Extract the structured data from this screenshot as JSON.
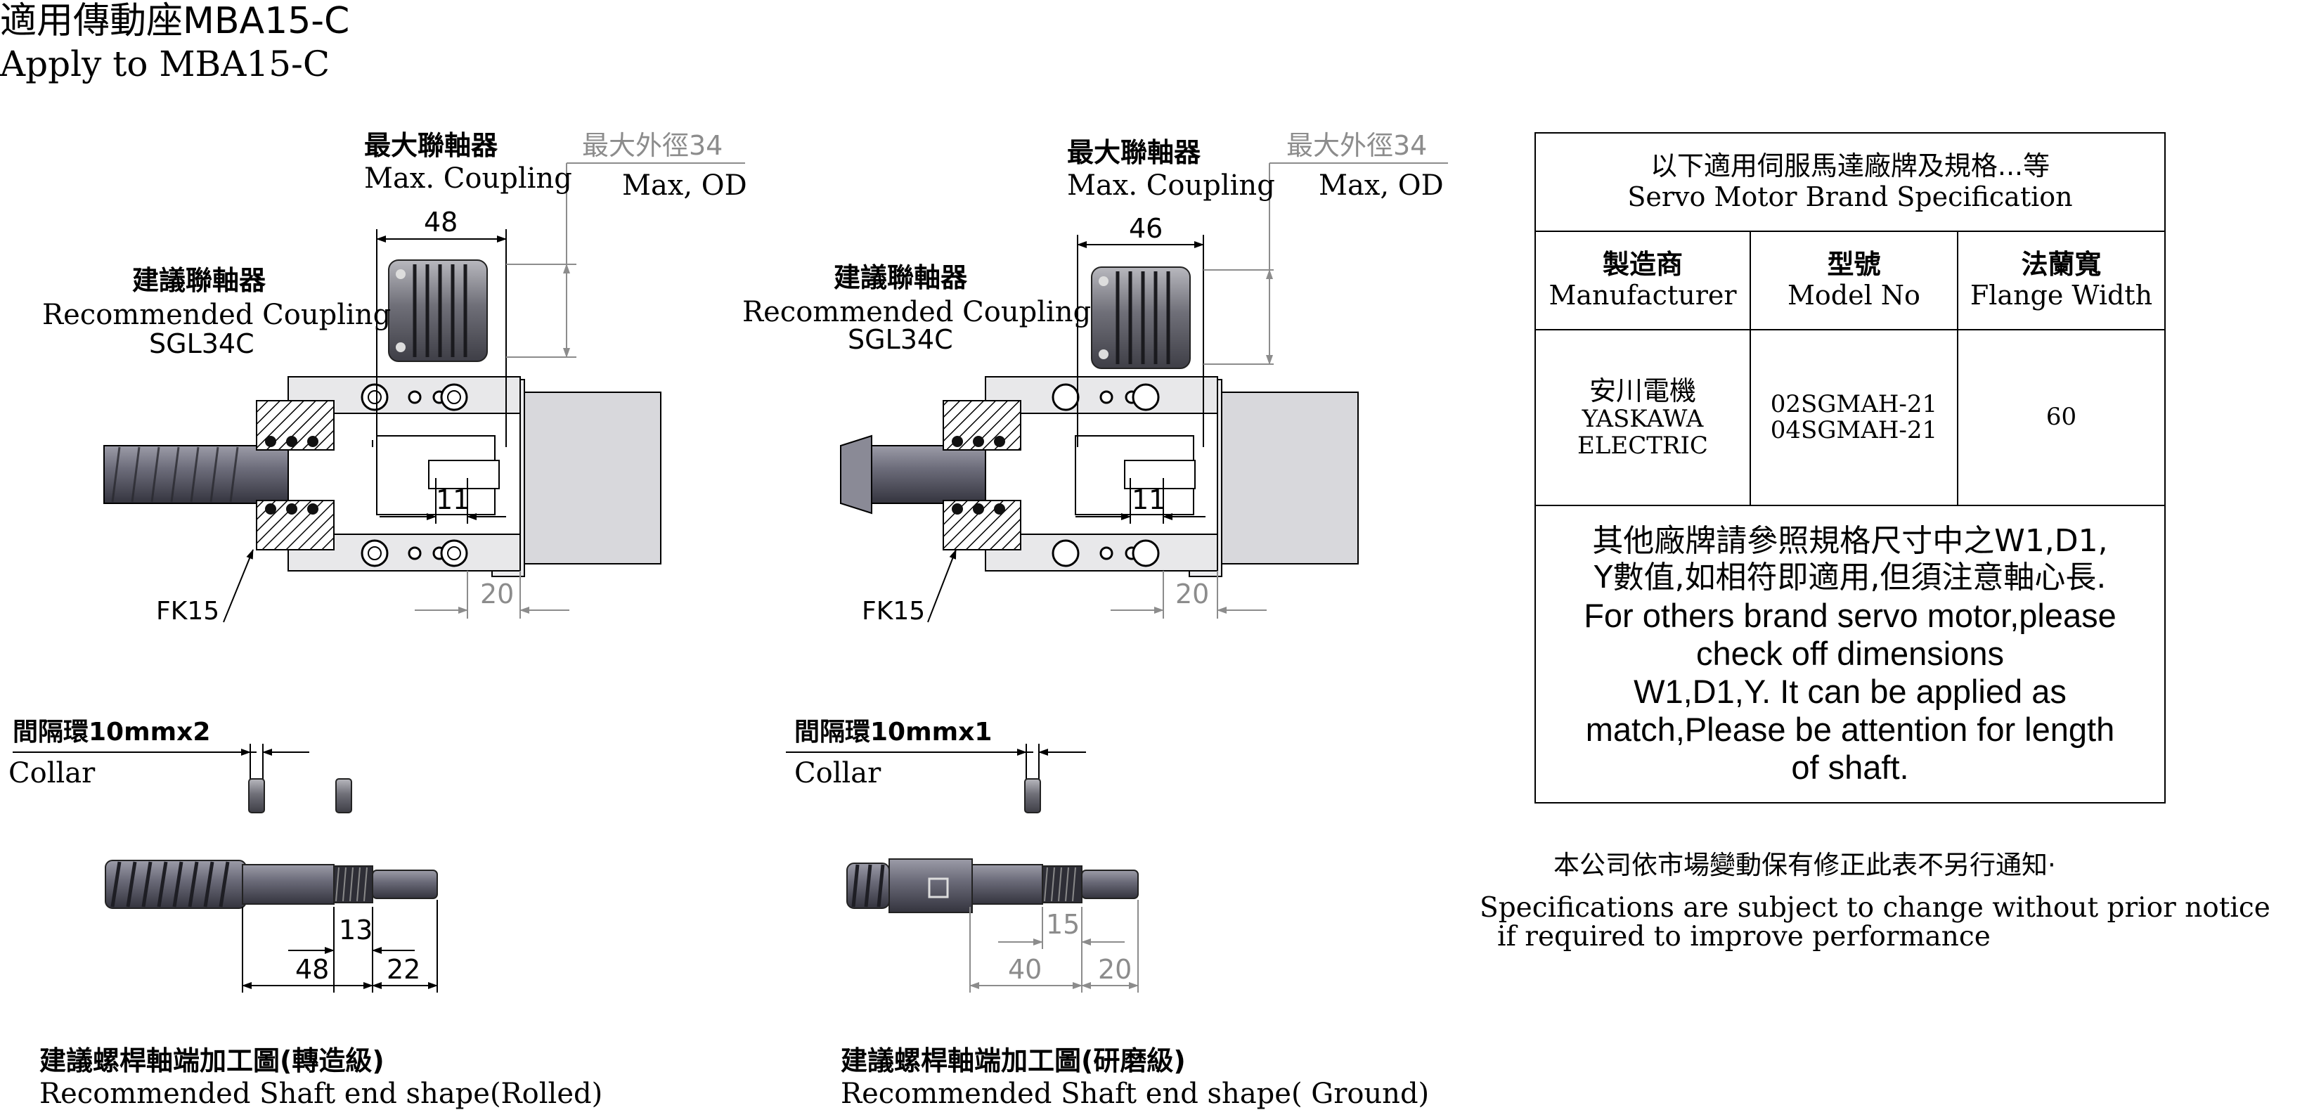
{
  "title": {
    "zh": "適用傳動座MBA15-C",
    "en": "Apply to     MBA15-C"
  },
  "left_view": {
    "max_coupling_zh": "最大聯軸器",
    "max_coupling_en": "Max. Coupling",
    "max_od_zh": "最大外徑34",
    "max_od_en": "Max, OD",
    "rec_coupling_zh": "建議聯軸器",
    "rec_coupling_en": "Recommended Coupling",
    "rec_coupling_model": "SGL34C",
    "coupling_len": "48",
    "dim_11": "11",
    "dim_20": "20",
    "bearing": "FK15",
    "collar_zh": "間隔環10mmx2",
    "collar_en": "Collar",
    "shaft_dim_13": "13",
    "shaft_dim_48": "48",
    "shaft_dim_22": "22",
    "shaft_title_zh": "建議螺桿軸端加工圖(轉造級)",
    "shaft_title_en": "Recommended Shaft end shape(Rolled)"
  },
  "right_view": {
    "max_coupling_zh": "最大聯軸器",
    "max_coupling_en": "Max. Coupling",
    "max_od_zh": "最大外徑34",
    "max_od_en": "Max, OD",
    "rec_coupling_zh": "建議聯軸器",
    "rec_coupling_en": "Recommended Coupling",
    "rec_coupling_model": "SGL34C",
    "coupling_len": "46",
    "dim_11": "11",
    "dim_20": "20",
    "bearing": "FK15",
    "collar_zh": "間隔環10mmx1",
    "collar_en": "Collar",
    "shaft_dim_15": "15",
    "shaft_dim_40": "40",
    "shaft_dim_20": "20",
    "shaft_title_zh": "建議螺桿軸端加工圖(研磨級)",
    "shaft_title_en": "Recommended Shaft end shape( Ground)"
  },
  "spec_table": {
    "header_zh": "以下適用伺服馬達廠牌及規格...等",
    "header_en": "Servo Motor Brand Specification",
    "columns": [
      {
        "zh": "製造商",
        "en": "Manufacturer"
      },
      {
        "zh": "型號",
        "en": "Model No"
      },
      {
        "zh": "法蘭寬",
        "en": "Flange Width"
      }
    ],
    "row": {
      "manufacturer_zh": "安川電機",
      "manufacturer_en1": "YASKAWA",
      "manufacturer_en2": "ELECTRIC",
      "model1": "02SGMAH-21",
      "model2": "04SGMAH-21",
      "flange": "60"
    },
    "note_zh1": "其他廠牌請參照規格尺寸中之W1,D1,",
    "note_zh2": "Y數值,如相符即適用,但須注意軸心長.",
    "note_en1": "For others brand servo motor,please",
    "note_en2": "check off dimensions",
    "note_en3": "W1,D1,Y. It can be applied as",
    "note_en4": "match,Please be attention for length",
    "note_en5": "of shaft."
  },
  "disclaimer": {
    "zh": "本公司依市場變動保有修正此表不另行通知·",
    "en1": "Specifications are subject to change without prior notice",
    "en2": "if required to improve performance"
  }
}
